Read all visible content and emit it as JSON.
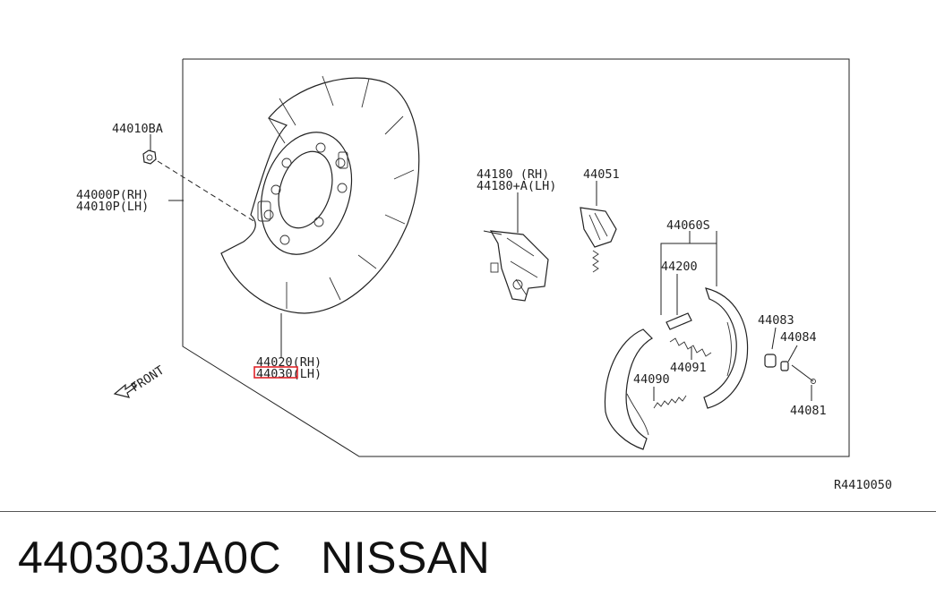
{
  "labels": {
    "nut": "44010BA",
    "plate_rh": "44000P(RH)",
    "plate_lh": "44010P(LH)",
    "shield_rh": "44020(RH)",
    "shield_lh": "44030(LH)",
    "lever_rh": "44180 (RH)",
    "lever_lh": "44180+A(LH)",
    "adjuster": "44051",
    "shoe_set": "44060S",
    "shoe": "44200",
    "cup": "44083",
    "spring_cup": "44084",
    "spring_upper": "44091",
    "spring_lower": "44090",
    "pin": "44081",
    "front": "FRONT"
  },
  "reference_code": "R4410050",
  "part_number": "440303JA0C",
  "brand": "NISSAN",
  "highlight_color": "#e0242a"
}
